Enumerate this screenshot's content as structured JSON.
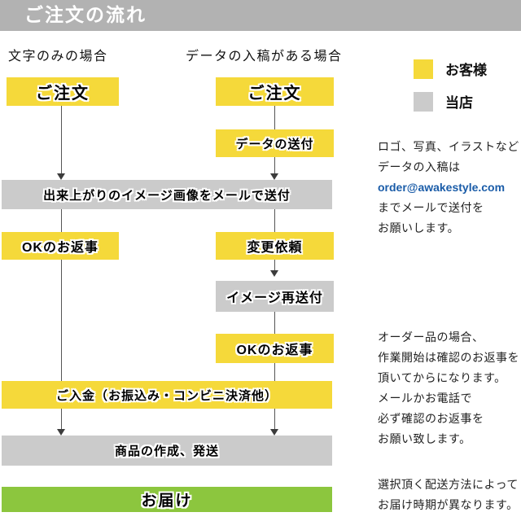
{
  "header": {
    "title": "ご注文の流れ"
  },
  "columns": {
    "left_label": "文字のみの場合",
    "right_label": "データの入稿がある場合"
  },
  "flow": {
    "order_left": "ご注文",
    "order_right": "ご注文",
    "data_send": "データの送付",
    "image_send": "出来上がりのイメージ画像をメールで送付",
    "ok_reply_left": "OKのお返事",
    "change_request": "変更依頼",
    "image_resend": "イメージ再送付",
    "ok_reply_right": "OKのお返事",
    "payment": "ご入金（お振込み・コンビニ決済他）",
    "production": "商品の作成、発送",
    "delivery": "お届け"
  },
  "legend": {
    "customer_label": "お客様",
    "shop_label": "当店"
  },
  "notes": {
    "data_note_before": [
      "ロゴ、写真、イラストなど",
      "データの入稿は"
    ],
    "email": "order@awakestyle.com",
    "data_note_after": [
      "までメールで送付を",
      "お願いします。"
    ],
    "order_note": [
      "オーダー品の場合、",
      "作業開始は確認のお返事を",
      "頂いてからになります。",
      "メールかお電話で",
      "必ず確認のお返事を",
      "お願い致します。"
    ],
    "delivery_note": [
      "選択頂く配送方法によって",
      "お届け時期が異なります。"
    ]
  },
  "colors": {
    "customer_yellow": "#f5d93a",
    "shop_gray": "#cbcbcb",
    "header_gray": "#b2b2b2",
    "delivery_green": "#8cc63e",
    "email_blue": "#1a5ca8",
    "title_text": "#ffffff"
  }
}
